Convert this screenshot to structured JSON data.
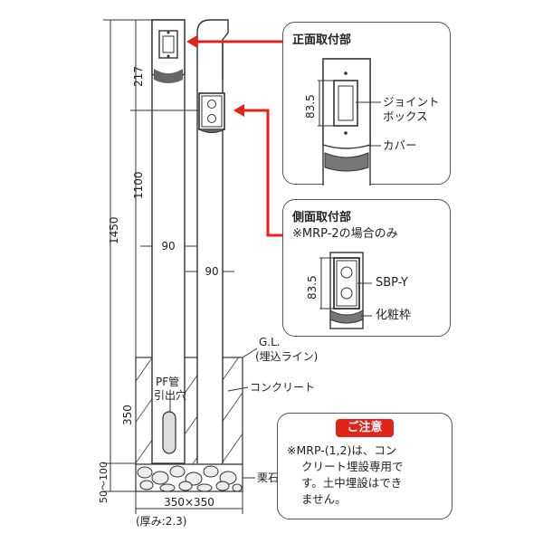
{
  "dimensions": {
    "total_height": "1450",
    "upper_height": "1100",
    "box_offset": "217",
    "buried_depth": "350",
    "gravel_depth": "50〜100",
    "post_width_front": "90",
    "post_width_side": "90",
    "foundation_size": "350×350",
    "thickness": "(厚み:2.3)"
  },
  "labels": {
    "gl_line1": "G.L.",
    "gl_line2": "(埋込ライン)",
    "pf_pipe_line1": "PF管",
    "pf_pipe_line2": "引出穴",
    "concrete": "コンクリート",
    "gravel": "栗石"
  },
  "front_box": {
    "title": "正面取付部",
    "dim": "83.5",
    "joint_box_line1": "ジョイント",
    "joint_box_line2": "ボックス",
    "cover": "カバー"
  },
  "side_box": {
    "title_line1": "側面取付部",
    "title_line2": "※MRP-2の場合のみ",
    "dim": "83.5",
    "sbp": "SBP-Y",
    "frame": "化粧枠"
  },
  "caution": {
    "badge": "ご注意",
    "line1": "※MRP-(1,2)は、コン",
    "line2": "クリート埋設専用で",
    "line3": "す。土中埋設はでき",
    "line4": "ません。"
  },
  "colors": {
    "arrow": "#e2231a",
    "badge": "#e2231a",
    "line": "#333333"
  }
}
